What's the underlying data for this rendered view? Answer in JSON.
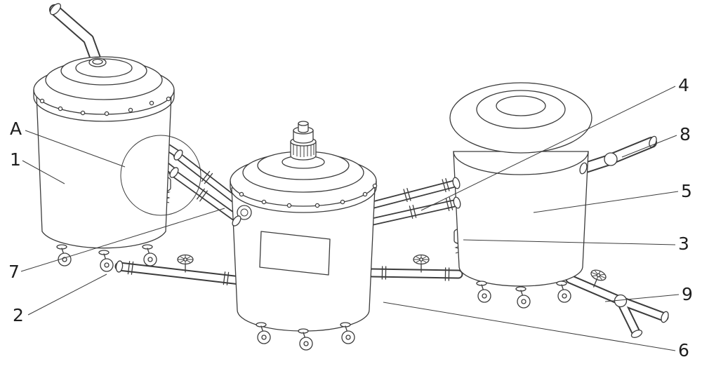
{
  "figure": {
    "kind": "technical-line-drawing",
    "ink_color": "#3c3c3c",
    "background_color": "#ffffff",
    "labels": [
      {
        "text": "A"
      },
      {
        "text": "1"
      },
      {
        "text": "7"
      },
      {
        "text": "2"
      },
      {
        "text": "4"
      },
      {
        "text": "8"
      },
      {
        "text": "5"
      },
      {
        "text": "3"
      },
      {
        "text": "9"
      },
      {
        "text": "6"
      }
    ]
  }
}
